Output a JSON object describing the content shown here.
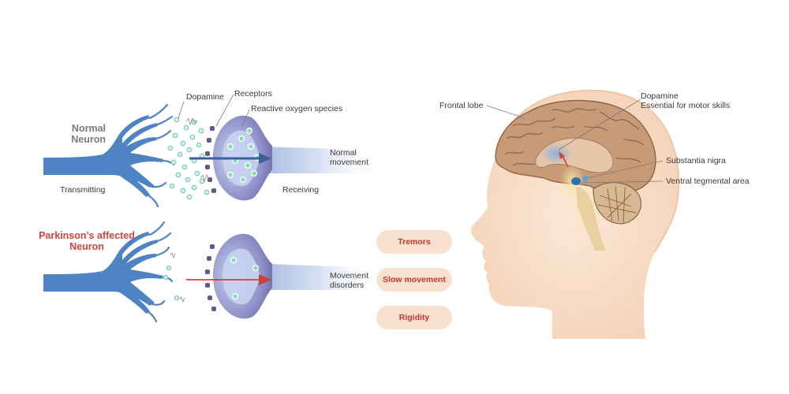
{
  "normal": {
    "heading_line1": "Normal",
    "heading_line2": "Neuron",
    "transmitting": "Transmitting",
    "receiving": "Receiving",
    "dopamine": "Dopamine",
    "receptors": "Receptors",
    "ros": "Reactive oxygen species",
    "outcome_line1": "Normal",
    "outcome_line2": "movement"
  },
  "parkinsons": {
    "heading_line1": "Parkinson’s affected",
    "heading_line2": "Neuron",
    "outcome_line1": "Movement",
    "outcome_line2": "disorders"
  },
  "symptoms": [
    "Tremors",
    "Slow movement",
    "Rigidity"
  ],
  "brain": {
    "frontal_lobe": "Frontal lobe",
    "dopamine_line1": "Dopamine",
    "dopamine_line2": "Essential for motor skills",
    "substantia_nigra": "Substantia nigra",
    "vta": "Ventral tegmental area"
  },
  "colors": {
    "neuron_blue": "#4f84c4",
    "synapse_purple": "#7a78b4",
    "particle_green": "#7fd3b4",
    "arrow_normal": "#3f5f9a",
    "arrow_parkinsons": "#c8423a",
    "symptom_fill": "#f8e0cf",
    "symptom_text": "#c8352d",
    "skin": "#f7ddc7",
    "brain": "#c79a78"
  }
}
